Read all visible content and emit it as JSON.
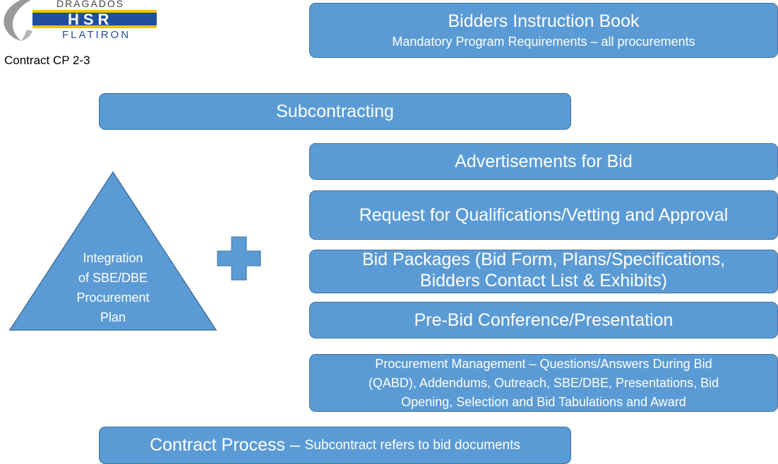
{
  "header": {
    "logo": {
      "top_text": "DRAGADOS",
      "main_text": "HSR",
      "bottom_text": "FLATIRON"
    },
    "contract_label": "Contract CP 2-3"
  },
  "instruction_book": {
    "title": "Bidders Instruction Book",
    "subtitle": "Mandatory Program Requirements – all procurements"
  },
  "subcontracting": {
    "label": "Subcontracting"
  },
  "integration_plan": {
    "lines": [
      "Integration",
      "of SBE/DBE",
      "Procurement",
      "Plan"
    ]
  },
  "plus_icon": "plus-icon",
  "steps": [
    {
      "label": "Advertisements for Bid"
    },
    {
      "label": "Request for Qualifications/Vetting and Approval"
    },
    {
      "line1": "Bid Packages (Bid Form, Plans/Specifications,",
      "line2": "Bidders Contact List & Exhibits)"
    },
    {
      "label": "Pre-Bid Conference/Presentation"
    },
    {
      "line1": "Procurement Management – Questions/Answers During Bid",
      "line2": "(QABD), Addendums, Outreach, SBE/DBE, Presentations, Bid",
      "line3": "Opening, Selection and Bid Tabulations and Award"
    }
  ],
  "contract_process": {
    "main": "Contract Process – ",
    "detail": "Subcontract refers to bid documents"
  },
  "colors": {
    "box_fill": "#5b9bd5",
    "box_border": "#41719c",
    "text_on_box": "#ffffff",
    "logo_blue": "#1f4e9d",
    "logo_yellow": "#f2c200"
  }
}
